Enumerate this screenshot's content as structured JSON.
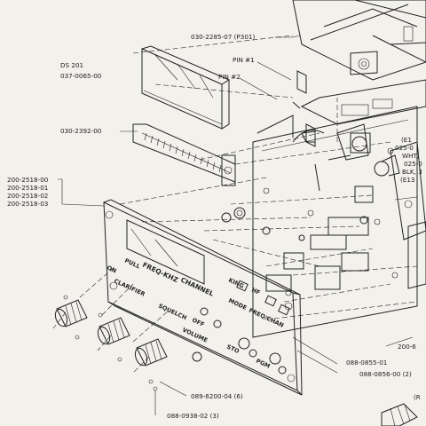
{
  "labels": {
    "p301": "030-2285-07 (P301)",
    "pin1": "PIN #1",
    "pin2": "PIN #2",
    "ds201": "DS 201",
    "display_part": "037-0065-00",
    "connector_part": "030-2392-00",
    "panel_part_1": "200-2518-00",
    "panel_part_2": "200-2518-01",
    "panel_part_3": "200-2518-02",
    "panel_part_4": "200-2518-03",
    "right_e1": "(E1",
    "right_025a": "025-0",
    "right_wht": "WHT,",
    "right_025b": "025-0",
    "right_blk": "BLK, 3",
    "right_e13": "(E13",
    "right_200": "200-6",
    "bottom_r": "(R",
    "part_0855": "088-0855-01",
    "part_0856": "088-0856-00 (2)",
    "part_6200": "089-6200-04 (6)",
    "part_0938": "088-0938-02 (3)"
  },
  "faceplate": {
    "pull": "PULL",
    "freq_khz": "FREQ-KHZ",
    "channel": "CHANNEL",
    "on": "ON",
    "king": "KING",
    "hf": "HF",
    "clarifier": "CLARIFIER",
    "squelch": "SQUELCH",
    "off": "OFF",
    "volume": "VOLUME",
    "mode": "MODE",
    "freq_chan": "FREQ/CHAN",
    "sto": "STO",
    "pgm": "PGM"
  }
}
